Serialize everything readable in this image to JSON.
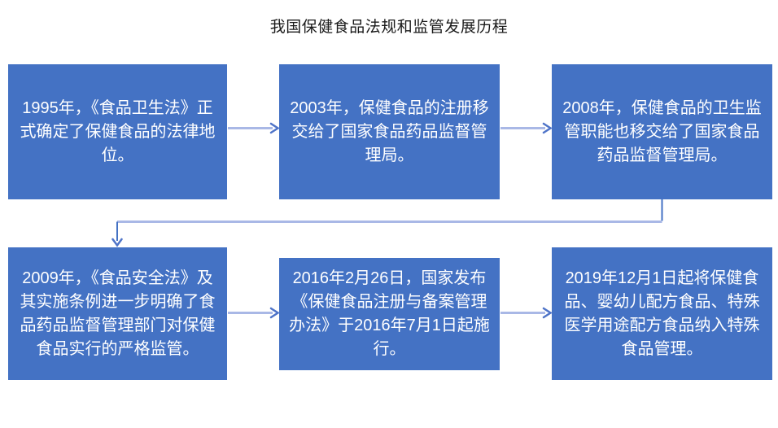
{
  "title": "我国保健食品法规和监管发展历程",
  "flowchart": {
    "boxes": [
      {
        "id": "1995",
        "text": "1995年，《食品卫生法》正式确定了保健食品的法律地位。"
      },
      {
        "id": "2003",
        "text": "2003年，保健食品的注册移交给了国家食品药品监督管理局。"
      },
      {
        "id": "2008",
        "text": "2008年，保健食品的卫生监管职能也移交给了国家食品药品监督管理局。"
      },
      {
        "id": "2009",
        "text": "2009年，《食品安全法》及其实施条例进一步明确了食品药品监督管理部门对保健食品实行的严格监管。"
      },
      {
        "id": "2016",
        "text": "2016年2月26日，国家发布《保健食品注册与备案管理办法》于2016年7月1日起施行。"
      },
      {
        "id": "2019",
        "text": "2019年12月1日起将保健食品、婴幼儿配方食品、特殊医学用途配方食品纳入特殊食品管理。"
      }
    ],
    "flow_order": [
      "1995",
      "2003",
      "2008",
      "2009",
      "2016",
      "2019"
    ]
  },
  "colors": {
    "page_bg": "#FFFFFF",
    "box_fill": "#4472C4",
    "box_text": "#FFFFFF",
    "title_text": "#1A1A1A",
    "arrow_shaft": "#A9B8E6",
    "arrow_head": "#4F74C8",
    "connector_line": "#4472C4"
  }
}
